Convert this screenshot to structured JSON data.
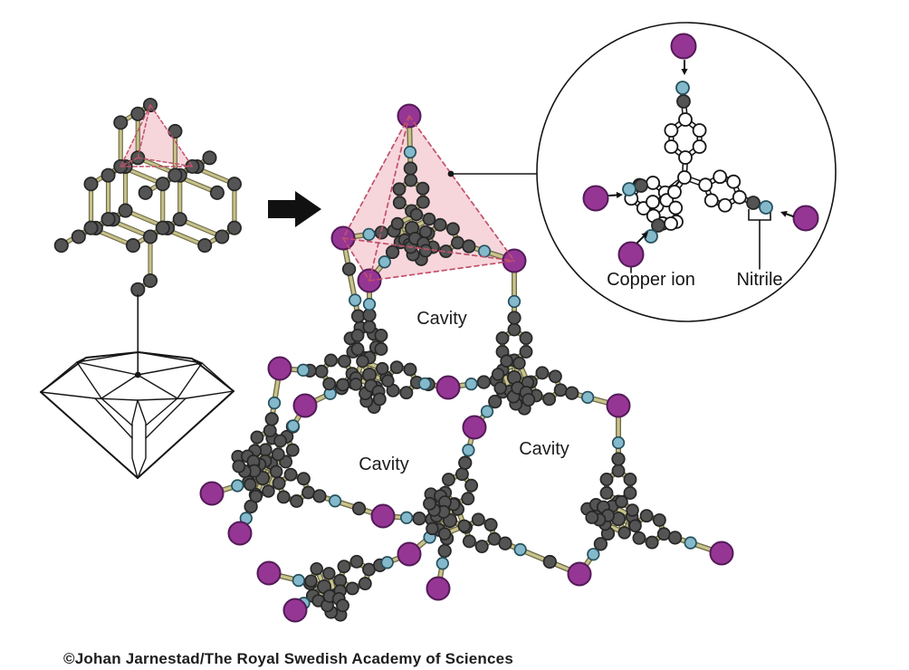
{
  "credit": "©Johan Jarnestad/The Royal Swedish Academy of Sciences",
  "labels": {
    "cavity": "Cavity",
    "copper_ion": "Copper ion",
    "nitrile": "Nitrile"
  },
  "cavity_count": 3,
  "colors": {
    "background": "#ffffff",
    "carbon": "#545454",
    "carbon_stroke": "#262626",
    "nitrogen": "#84b9cc",
    "nitrogen_stroke": "#26505c",
    "copper": "#963694",
    "copper_stroke": "#531a58",
    "bond": "#c9c48c",
    "bond_edge": "#6f6b48",
    "lattice_bond": "#c6c189",
    "lattice_bond_edge": "#6e6a45",
    "tetra_fill": "#f6d6db",
    "tetra_edge": "#c2506a",
    "tetra_bond": "#d9863f",
    "tetra_bond_edge": "#8a5a28",
    "white_atom": "#ffffff",
    "line": "#161616",
    "text": "#1c1c1c"
  }
}
